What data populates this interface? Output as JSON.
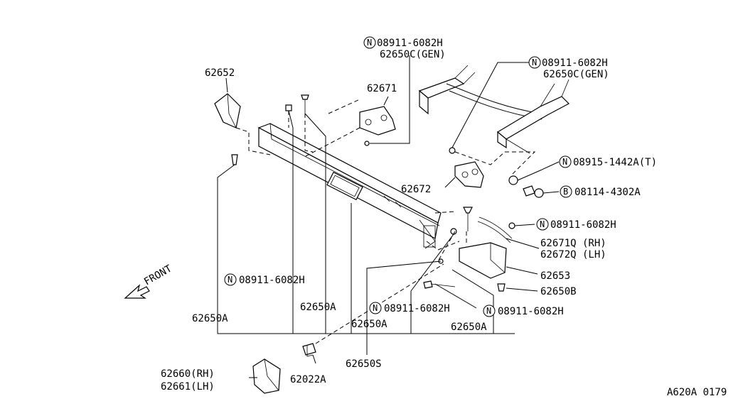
{
  "callouts": [
    {
      "id": "p62652",
      "text": "62652"
    },
    {
      "id": "n_top_a",
      "text": "08911-6082H",
      "badge": "N"
    },
    {
      "id": "p62650C_a",
      "text": "62650C(GEN)"
    },
    {
      "id": "p62671",
      "text": "62671"
    },
    {
      "id": "n_top_b",
      "text": "08911-6082H",
      "badge": "N"
    },
    {
      "id": "p62650C_b",
      "text": "62650C(GEN)"
    },
    {
      "id": "n08915",
      "text": "08915-1442A(T)",
      "badge": "N"
    },
    {
      "id": "p62672",
      "text": "62672"
    },
    {
      "id": "b08114",
      "text": "08114-4302A",
      "badge": "B"
    },
    {
      "id": "n_right",
      "text": "08911-6082H",
      "badge": "N"
    },
    {
      "id": "p62671Q",
      "text": "62671Q (RH)"
    },
    {
      "id": "p62672Q",
      "text": "62672Q (LH)"
    },
    {
      "id": "p62653",
      "text": "62653"
    },
    {
      "id": "p62650B",
      "text": "62650B"
    },
    {
      "id": "n_mid_left",
      "text": "08911-6082H",
      "badge": "N"
    },
    {
      "id": "p62650A_1",
      "text": "62650A"
    },
    {
      "id": "p62650A_2",
      "text": "62650A"
    },
    {
      "id": "n_mid_center",
      "text": "08911-6082H",
      "badge": "N"
    },
    {
      "id": "n_mid_right",
      "text": "08911-6082H",
      "badge": "N"
    },
    {
      "id": "p62650A_3",
      "text": "62650A"
    },
    {
      "id": "p62650A_4",
      "text": "62650A"
    },
    {
      "id": "p62650S",
      "text": "62650S"
    },
    {
      "id": "p62660",
      "text": "62660(RH)"
    },
    {
      "id": "p62661",
      "text": "62661(LH)"
    },
    {
      "id": "p62022A",
      "text": "62022A"
    }
  ],
  "front_label": "FRONT",
  "figure_code": "A620A 0179"
}
